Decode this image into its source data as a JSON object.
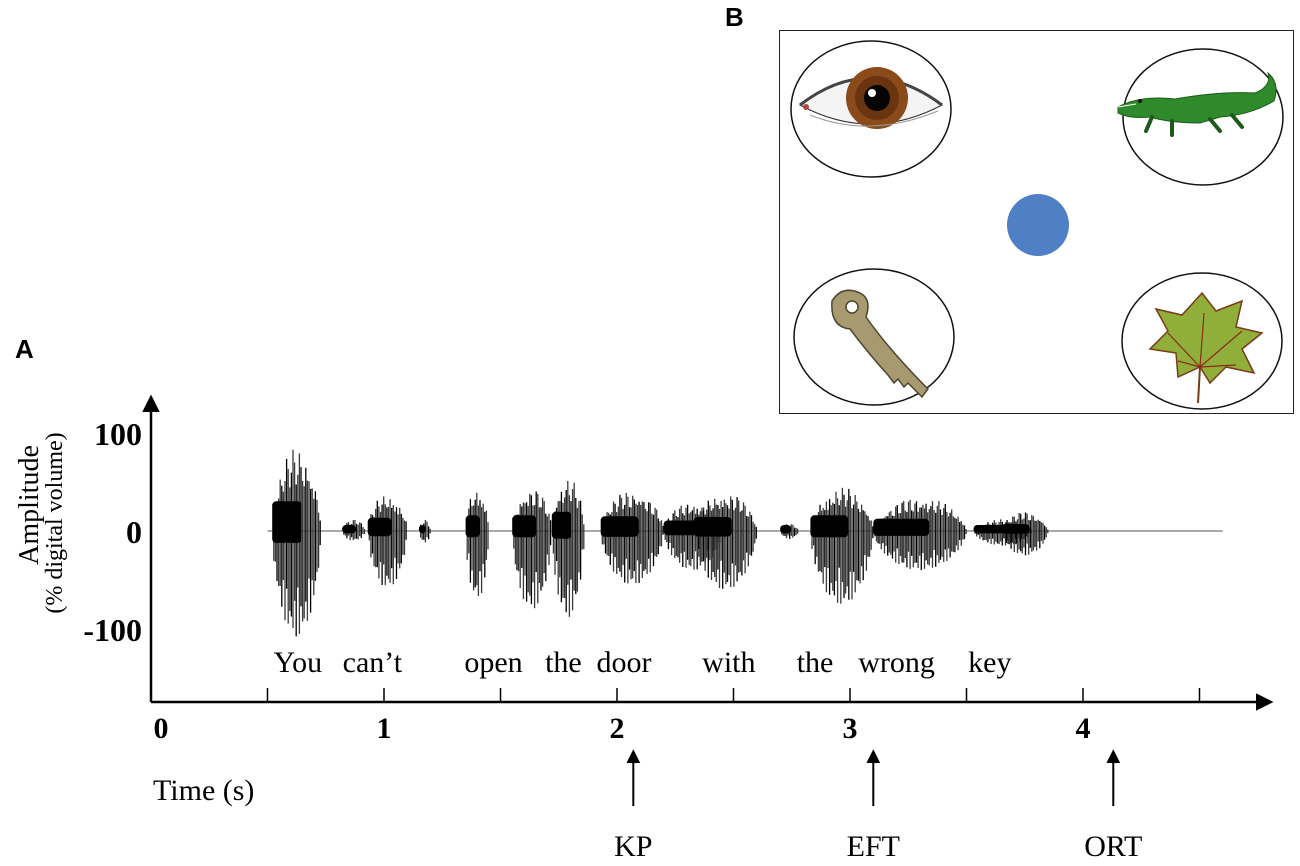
{
  "panels": {
    "a_label": "A",
    "b_label": "B"
  },
  "chart_data": {
    "type": "waveform",
    "ylabel": "Amplitude",
    "ylabel_sub": "(% digital volume)",
    "xlabel": "Time (s)",
    "y_ticks": [
      {
        "value": 100,
        "label": "100"
      },
      {
        "value": 0,
        "label": "0"
      },
      {
        "value": -100,
        "label": "-100"
      }
    ],
    "x_ticks": [
      {
        "value": 0,
        "label": "0"
      },
      {
        "value": 0.5,
        "label": ""
      },
      {
        "value": 1,
        "label": "1"
      },
      {
        "value": 1.5,
        "label": ""
      },
      {
        "value": 2,
        "label": "2"
      },
      {
        "value": 2.5,
        "label": ""
      },
      {
        "value": 3,
        "label": "3"
      },
      {
        "value": 3.5,
        "label": ""
      },
      {
        "value": 4,
        "label": "4"
      },
      {
        "value": 4.5,
        "label": ""
      }
    ],
    "words": [
      {
        "text": "You",
        "t": 0.63
      },
      {
        "text": "can’t",
        "t": 0.95
      },
      {
        "text": "open",
        "t": 1.47
      },
      {
        "text": "the",
        "t": 1.77
      },
      {
        "text": "door",
        "t": 2.03
      },
      {
        "text": "with",
        "t": 2.48
      },
      {
        "text": "the",
        "t": 2.85
      },
      {
        "text": "wrong",
        "t": 3.2
      },
      {
        "text": "key",
        "t": 3.6
      }
    ],
    "events": [
      {
        "label": "KP",
        "t": 2.07
      },
      {
        "label": "EFT",
        "t": 3.1
      },
      {
        "label": "ORT",
        "t": 4.13
      }
    ],
    "segments": [
      {
        "start": 0.52,
        "end": 0.73,
        "peak": 85,
        "trough": -108
      },
      {
        "start": 0.82,
        "end": 0.92,
        "peak": 12,
        "trough": -10
      },
      {
        "start": 0.93,
        "end": 1.1,
        "peak": 38,
        "trough": -58
      },
      {
        "start": 1.15,
        "end": 1.2,
        "peak": 12,
        "trough": -12
      },
      {
        "start": 1.35,
        "end": 1.45,
        "peak": 45,
        "trough": -70
      },
      {
        "start": 1.55,
        "end": 1.72,
        "peak": 45,
        "trough": -80
      },
      {
        "start": 1.72,
        "end": 1.86,
        "peak": 55,
        "trough": -88
      },
      {
        "start": 1.93,
        "end": 2.2,
        "peak": 42,
        "trough": -55
      },
      {
        "start": 2.2,
        "end": 2.45,
        "peak": 30,
        "trough": -40
      },
      {
        "start": 2.33,
        "end": 2.6,
        "peak": 40,
        "trough": -60
      },
      {
        "start": 2.7,
        "end": 2.78,
        "peak": 8,
        "trough": -8
      },
      {
        "start": 2.83,
        "end": 3.1,
        "peak": 45,
        "trough": -75
      },
      {
        "start": 3.1,
        "end": 3.5,
        "peak": 35,
        "trough": -40
      },
      {
        "start": 3.53,
        "end": 3.78,
        "peak": 12,
        "trough": -15
      },
      {
        "start": 3.65,
        "end": 3.85,
        "peak": 20,
        "trough": -25
      }
    ]
  },
  "stimulus_display": {
    "images": [
      {
        "name": "eye",
        "position": "top-left"
      },
      {
        "name": "alligator",
        "position": "top-right"
      },
      {
        "name": "key",
        "position": "bottom-left"
      },
      {
        "name": "leaf",
        "position": "bottom-right"
      }
    ],
    "fixation_color": "#4f7fc4"
  }
}
